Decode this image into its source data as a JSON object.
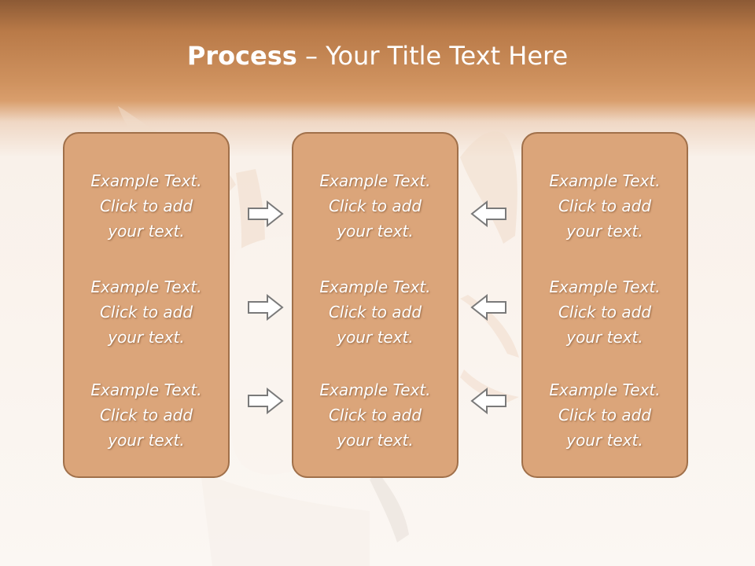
{
  "title": {
    "bold": "Process",
    "dash": " – ",
    "rest": "Your Title Text Here"
  },
  "boxes": [
    {
      "items": [
        {
          "line1": "Example Text.",
          "line2": "Click  to add",
          "line3": "your text."
        },
        {
          "line1": "Example Text.",
          "line2": "Click  to add",
          "line3": "your text."
        },
        {
          "line1": "Example Text.",
          "line2": "Click  to add",
          "line3": "your text."
        }
      ]
    },
    {
      "items": [
        {
          "line1": "Example Text.",
          "line2": "Click  to add",
          "line3": "your text."
        },
        {
          "line1": "Example Text.",
          "line2": "Click  to add",
          "line3": "your text."
        },
        {
          "line1": "Example Text.",
          "line2": "Click  to add",
          "line3": "your text."
        }
      ]
    },
    {
      "items": [
        {
          "line1": "Example Text.",
          "line2": "Click  to add",
          "line3": "your text."
        },
        {
          "line1": "Example Text.",
          "line2": "Click  to add",
          "line3": "your text."
        },
        {
          "line1": "Example Text.",
          "line2": "Click  to add",
          "line3": "your text."
        }
      ]
    }
  ],
  "arrows": {
    "left_column": [
      "right-arrow-icon",
      "right-arrow-icon",
      "right-arrow-icon"
    ],
    "right_column": [
      "left-arrow-icon",
      "left-arrow-icon",
      "left-arrow-icon"
    ]
  },
  "colors": {
    "header": "#cf925f",
    "box_fill": "#dba57a",
    "box_border": "#a0704a",
    "text": "#ffffff",
    "arrow_fill": "#ffffff",
    "arrow_stroke": "#7a7a7a"
  }
}
